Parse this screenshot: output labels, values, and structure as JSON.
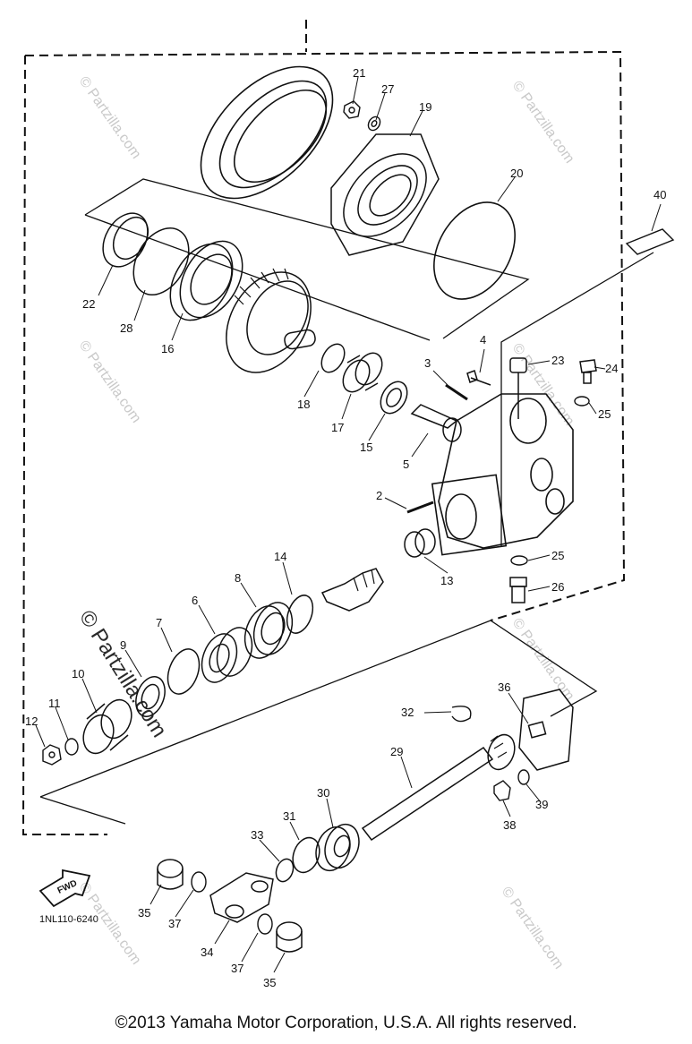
{
  "diagram": {
    "callouts": [
      {
        "id": "c21",
        "label": "21"
      },
      {
        "id": "c27",
        "label": "27"
      },
      {
        "id": "c19",
        "label": "19"
      },
      {
        "id": "c20",
        "label": "20"
      },
      {
        "id": "c40",
        "label": "40"
      },
      {
        "id": "c22",
        "label": "22"
      },
      {
        "id": "c28",
        "label": "28"
      },
      {
        "id": "c16",
        "label": "16"
      },
      {
        "id": "c4",
        "label": "4"
      },
      {
        "id": "c23",
        "label": "23"
      },
      {
        "id": "c24",
        "label": "24"
      },
      {
        "id": "c3",
        "label": "3"
      },
      {
        "id": "c25a",
        "label": "25"
      },
      {
        "id": "c18",
        "label": "18"
      },
      {
        "id": "c17",
        "label": "17"
      },
      {
        "id": "c15",
        "label": "15"
      },
      {
        "id": "c5",
        "label": "5"
      },
      {
        "id": "c2",
        "label": "2"
      },
      {
        "id": "c13",
        "label": "13"
      },
      {
        "id": "c25b",
        "label": "25"
      },
      {
        "id": "c26",
        "label": "26"
      },
      {
        "id": "c14",
        "label": "14"
      },
      {
        "id": "c8",
        "label": "8"
      },
      {
        "id": "c6",
        "label": "6"
      },
      {
        "id": "c7",
        "label": "7"
      },
      {
        "id": "c9",
        "label": "9"
      },
      {
        "id": "c10",
        "label": "10"
      },
      {
        "id": "c11",
        "label": "11"
      },
      {
        "id": "c12",
        "label": "12"
      },
      {
        "id": "c32",
        "label": "32"
      },
      {
        "id": "c36",
        "label": "36"
      },
      {
        "id": "c29",
        "label": "29"
      },
      {
        "id": "c30",
        "label": "30"
      },
      {
        "id": "c31",
        "label": "31"
      },
      {
        "id": "c33",
        "label": "33"
      },
      {
        "id": "c38",
        "label": "38"
      },
      {
        "id": "c39",
        "label": "39"
      },
      {
        "id": "c35a",
        "label": "35"
      },
      {
        "id": "c37a",
        "label": "37"
      },
      {
        "id": "c34",
        "label": "34"
      },
      {
        "id": "c37b",
        "label": "37"
      },
      {
        "id": "c35b",
        "label": "35"
      }
    ],
    "fwd_label": "FWD",
    "part_code": "1NL110-6240",
    "watermark": "© Partzilla.com"
  },
  "footer": {
    "copyright": "©2013  Yamaha Motor Corporation, U.S.A. All rights reserved."
  }
}
